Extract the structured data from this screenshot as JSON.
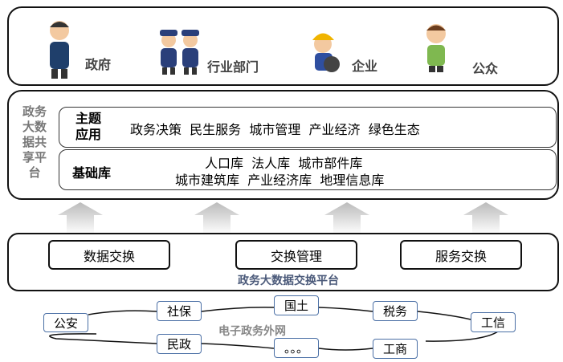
{
  "actors": [
    {
      "label": "政府"
    },
    {
      "label": "行业部门"
    },
    {
      "label": "企业"
    },
    {
      "label": "公众"
    }
  ],
  "platform": {
    "side_label": [
      "政务",
      "大数",
      "据共",
      "享平",
      "台"
    ],
    "theme_apps": {
      "title": [
        "主题",
        "应用"
      ],
      "items": "政务决策  民生服务  城市管理  产业经济  绿色生态"
    },
    "base_libs": {
      "title": "基础库",
      "line1": "人口库  法人库  城市部件库",
      "line2": "城市建筑库  产业经济库  地理信息库"
    }
  },
  "exchange": {
    "buttons": [
      "数据交换",
      "交换管理",
      "服务交换"
    ],
    "label": "政务大数据交换平台"
  },
  "network": {
    "label": "电子政务外网",
    "nodes": [
      "公安",
      "社保",
      "国土",
      "税务",
      "工信",
      "民政",
      "。。。",
      "工商"
    ]
  }
}
